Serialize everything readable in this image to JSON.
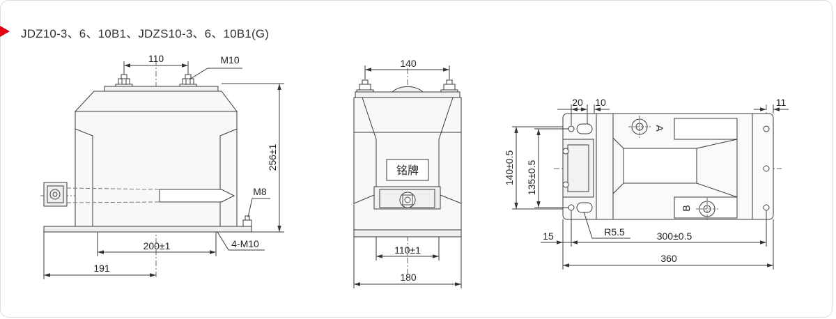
{
  "header": {
    "title": "JDZ10-3、6、10B1、JDZS10-3、6、10B1(G)",
    "marker_color": "#e60012"
  },
  "front_view": {
    "terminal_spacing": "110",
    "terminal_thread": "M10",
    "height": "256±1",
    "ground_thread": "M8",
    "mount_spacing": "200±1",
    "mount_thread": "4-M10",
    "offset": "191"
  },
  "side_view": {
    "terminal_spacing": "140",
    "nameplate": "铭牌",
    "mount_spacing": "110±1",
    "width": "180"
  },
  "plan_view": {
    "slot_width": "20",
    "slot_offset": "10",
    "edge_offset": "11",
    "outer_depth": "140±0.5",
    "hole_spacing_depth": "135±0.5",
    "terminal_a": "A",
    "terminal_b": "B",
    "edge_margin": "15",
    "slot_radius": "R5.5",
    "hole_spacing_length": "300±0.5",
    "length": "360"
  }
}
